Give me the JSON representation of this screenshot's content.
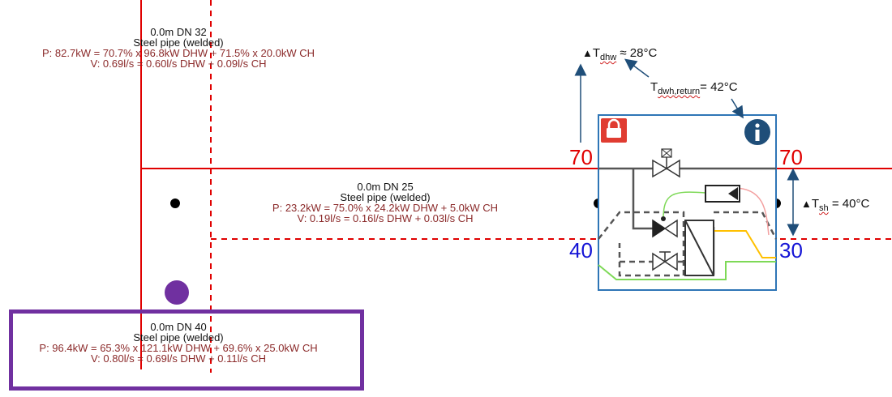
{
  "pipes": {
    "top": {
      "length_dn": "0.0m DN 32",
      "material": "Steel pipe (welded)",
      "power": "P: 82.7kW = 70.7% x 96.8kW DHW + 71.5% x 20.0kW CH",
      "flow": "V: 0.69l/s = 0.60l/s DHW + 0.09l/s CH"
    },
    "middle": {
      "length_dn": "0.0m DN 25",
      "material": "Steel pipe (welded)",
      "power": "P: 23.2kW = 75.0% x 24.2kW DHW + 5.0kW CH",
      "flow": "V: 0.19l/s = 0.16l/s DHW + 0.03l/s CH"
    },
    "bottom": {
      "length_dn": "0.0m DN 40",
      "material": "Steel pipe (welded)",
      "power": "P: 96.4kW = 65.3% x 121.1kW DHW + 69.6% x 25.0kW CH",
      "flow": "V: 0.80l/s = 0.69l/s DHW + 0.11l/s CH"
    }
  },
  "temperatures": {
    "supply_left": "70",
    "supply_right": "70",
    "return_left": "40",
    "return_right": "30"
  },
  "annotations": {
    "dhw_delta": {
      "symbol": "▲",
      "label": "T",
      "sub": "dhw",
      "value": " ≈ 28°C"
    },
    "dwh_return": {
      "label": "T",
      "sub": "dwh,return",
      "value": "= 42°C"
    },
    "sh_delta": {
      "symbol": "▲",
      "label": "T",
      "sub": "sh",
      "value": " = 40°C"
    }
  },
  "icons": {
    "lock": "lock-icon",
    "info": "info-icon"
  },
  "colors": {
    "supply_pipe": "#e00000",
    "return_pipe": "#e00000",
    "unit_border": "#2e75b6",
    "highlight": "#7030a0",
    "arrow": "#1f4e79",
    "label_text": "#8b2a2a",
    "supply_temp": "#e00000",
    "return_temp": "#1515d6"
  }
}
